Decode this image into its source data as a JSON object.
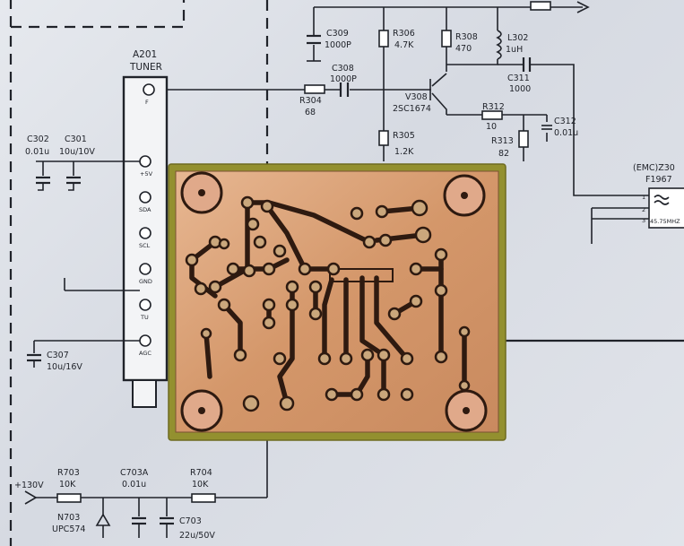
{
  "tuner": {
    "title_line1": "A201",
    "title_line2": "TUNER",
    "pins": [
      "F",
      "+5V",
      "SDA",
      "SCL",
      "GND",
      "TU",
      "AGC"
    ]
  },
  "components": {
    "c309": {
      "ref": "C309",
      "value": "1000P"
    },
    "r306": {
      "ref": "R306",
      "value": "4.7K"
    },
    "r308": {
      "ref": "R308",
      "value": "470"
    },
    "l302": {
      "ref": "L302",
      "value": "1uH"
    },
    "c308": {
      "ref": "C308",
      "value": "1000P"
    },
    "c311": {
      "ref": "C311",
      "value": "1000"
    },
    "r304": {
      "ref": "R304",
      "value": "68"
    },
    "v308": {
      "ref": "V308",
      "value": "2SC1674"
    },
    "r312": {
      "ref": "R312",
      "value": "10"
    },
    "c312": {
      "ref": "C312",
      "value": "0.01u"
    },
    "r305": {
      "ref": "R305",
      "value": "1.2K"
    },
    "r313": {
      "ref": "R313",
      "value": "82"
    },
    "c302": {
      "ref": "C302",
      "value": "0.01u"
    },
    "c301": {
      "ref": "C301",
      "value": "10u/10V"
    },
    "c307": {
      "ref": "C307",
      "value": "10u/16V"
    },
    "z30": {
      "ref": "(EMC)Z30",
      "value": "F1967",
      "freq": "45.75MHZ",
      "pins": [
        "1",
        "2",
        "3"
      ]
    },
    "r703": {
      "ref": "R703",
      "value": "10K"
    },
    "c703a": {
      "ref": "C703A",
      "value": "0.01u"
    },
    "r704": {
      "ref": "R704",
      "value": "10K"
    },
    "n703": {
      "ref": "N703",
      "value": "UPC574"
    },
    "c703": {
      "ref": "C703",
      "value": "22u/50V"
    }
  },
  "supply": {
    "label": "+130V"
  },
  "colors": {
    "paper": "#e3e6ec",
    "ink": "#20232a",
    "copper": "#d49a6c",
    "board_edge": "#8f8a2a"
  }
}
